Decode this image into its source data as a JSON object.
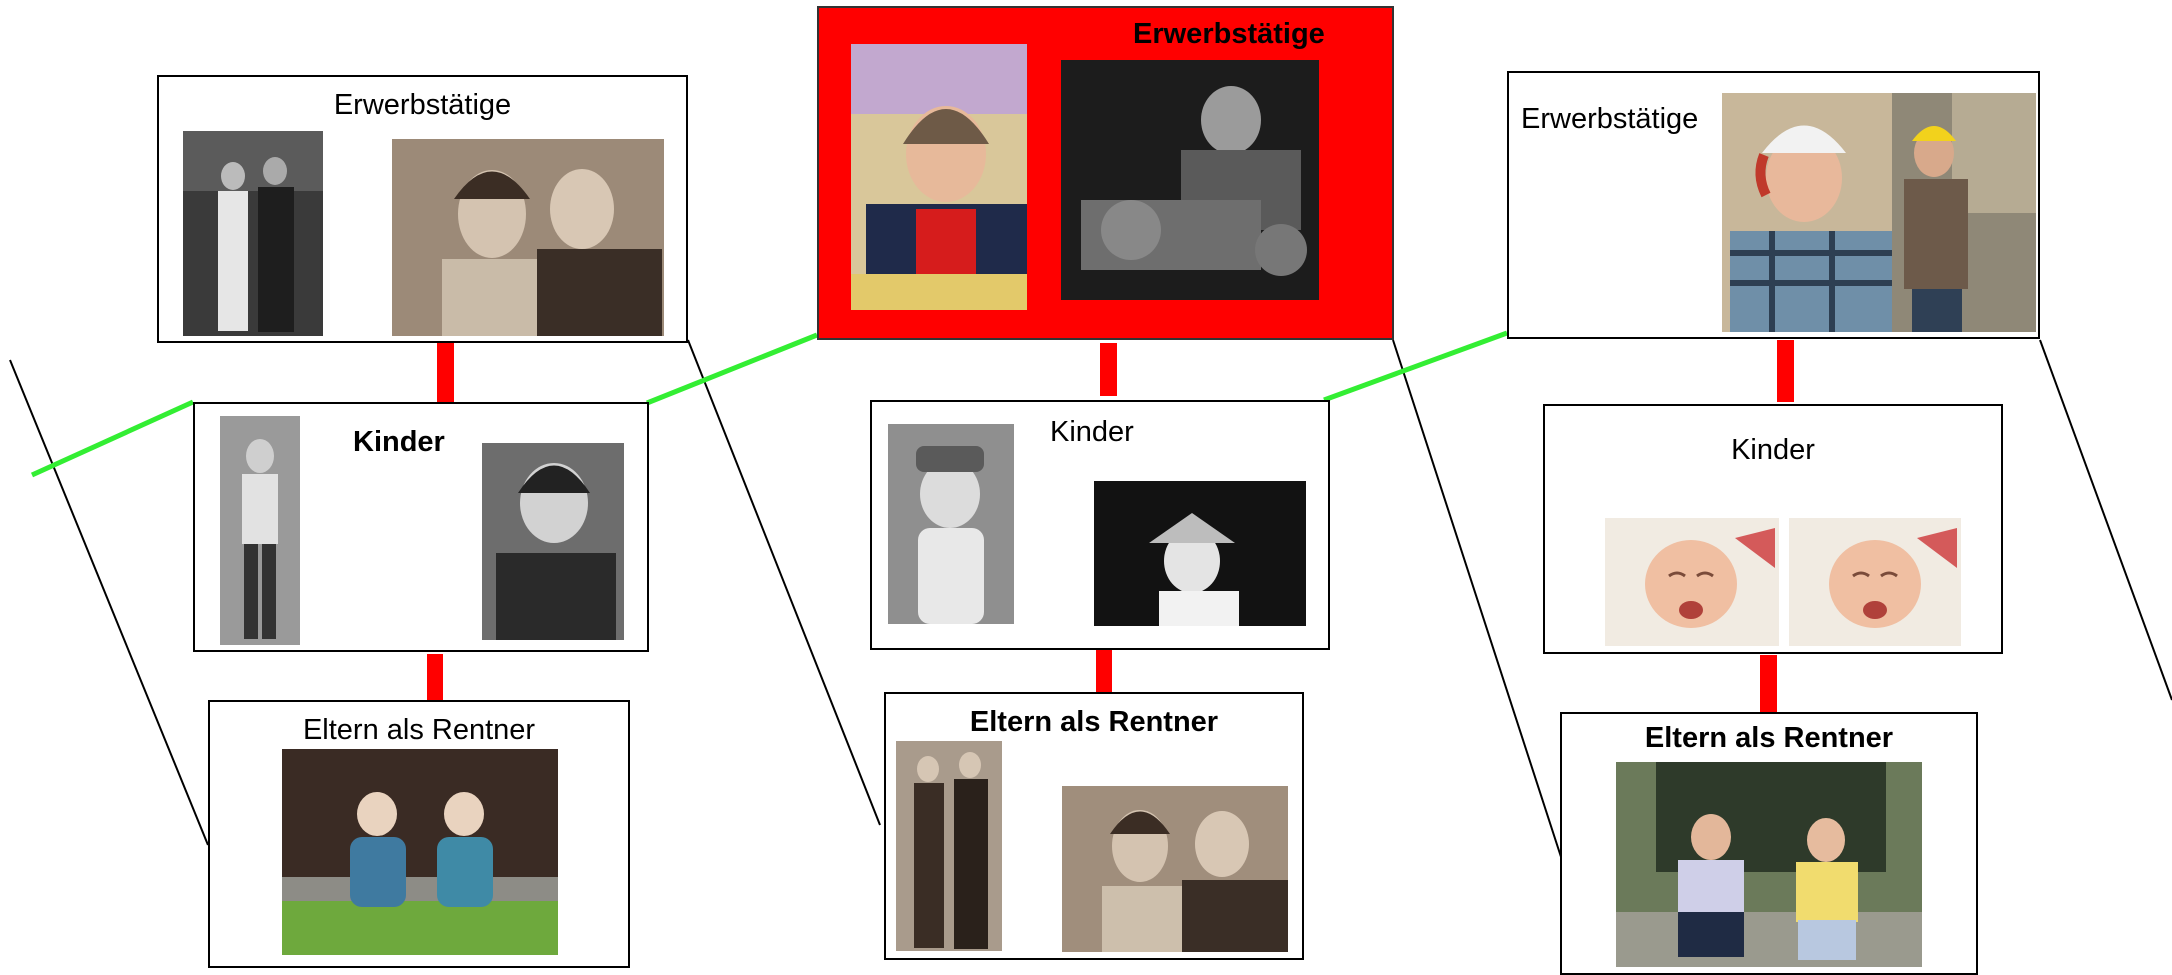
{
  "colors": {
    "connector": "#ff0000",
    "generation_link": "#33ee33",
    "highlight": "#ff0000"
  },
  "columns": [
    {
      "workers": {
        "label": "Erwerbstätige",
        "photos": [
          "couple-standing-photo",
          "couple-portrait-photo"
        ]
      },
      "children": {
        "label": "Kinder",
        "photos": [
          "boy-standing-photo",
          "girl-smiling-photo"
        ]
      },
      "retirees": {
        "label": "Eltern als Rentner",
        "photos": [
          "garden-gnomes-photo"
        ]
      }
    },
    {
      "workers": {
        "label": "Erwerbstätige",
        "highlighted": true,
        "photos": [
          "woman-at-desk-photo",
          "machinist-lathe-photo"
        ]
      },
      "children": {
        "label": "Kinder",
        "photos": [
          "girl-with-hat-photo",
          "child-portrait-photo"
        ]
      },
      "retirees": {
        "label": "Eltern als Rentner",
        "photos": [
          "couple-standing-photo",
          "couple-portrait-photo"
        ]
      }
    },
    {
      "workers": {
        "label": "Erwerbstätige",
        "photos": [
          "woman-helmet-photo",
          "worker-helmet-photo"
        ]
      },
      "children": {
        "label": "Kinder",
        "photos": [
          "baby-crying-photo",
          "baby-crying-photo"
        ]
      },
      "retirees": {
        "label": "Eltern als Rentner",
        "photos": [
          "seated-couple-photo"
        ]
      }
    }
  ]
}
